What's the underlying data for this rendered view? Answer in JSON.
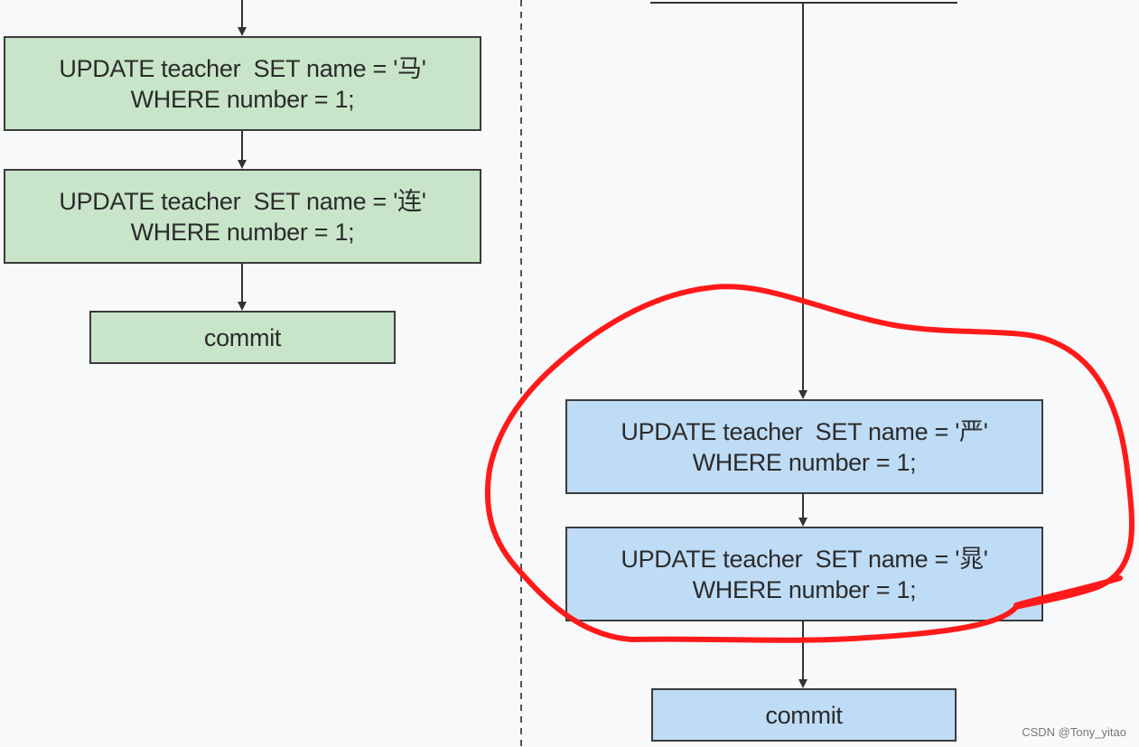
{
  "left_flow": {
    "step1": {
      "line1": "UPDATE teacher  SET name = '马'",
      "line2": "WHERE number = 1;"
    },
    "step2": {
      "line1": "UPDATE teacher  SET name = '连'",
      "line2": "WHERE number = 1;"
    },
    "commit": "commit"
  },
  "right_flow": {
    "step1": {
      "line1": "UPDATE teacher  SET name = '严'",
      "line2": "WHERE number = 1;"
    },
    "step2": {
      "line1": "UPDATE teacher  SET name = '晁'",
      "line2": "WHERE number = 1;"
    },
    "commit": "commit"
  },
  "colors": {
    "left_box_fill": "#c8e5c9",
    "right_box_fill": "#bfdcf6",
    "highlight_circle": "#ff1a1a"
  },
  "watermark": "CSDN @Tony_yitao"
}
